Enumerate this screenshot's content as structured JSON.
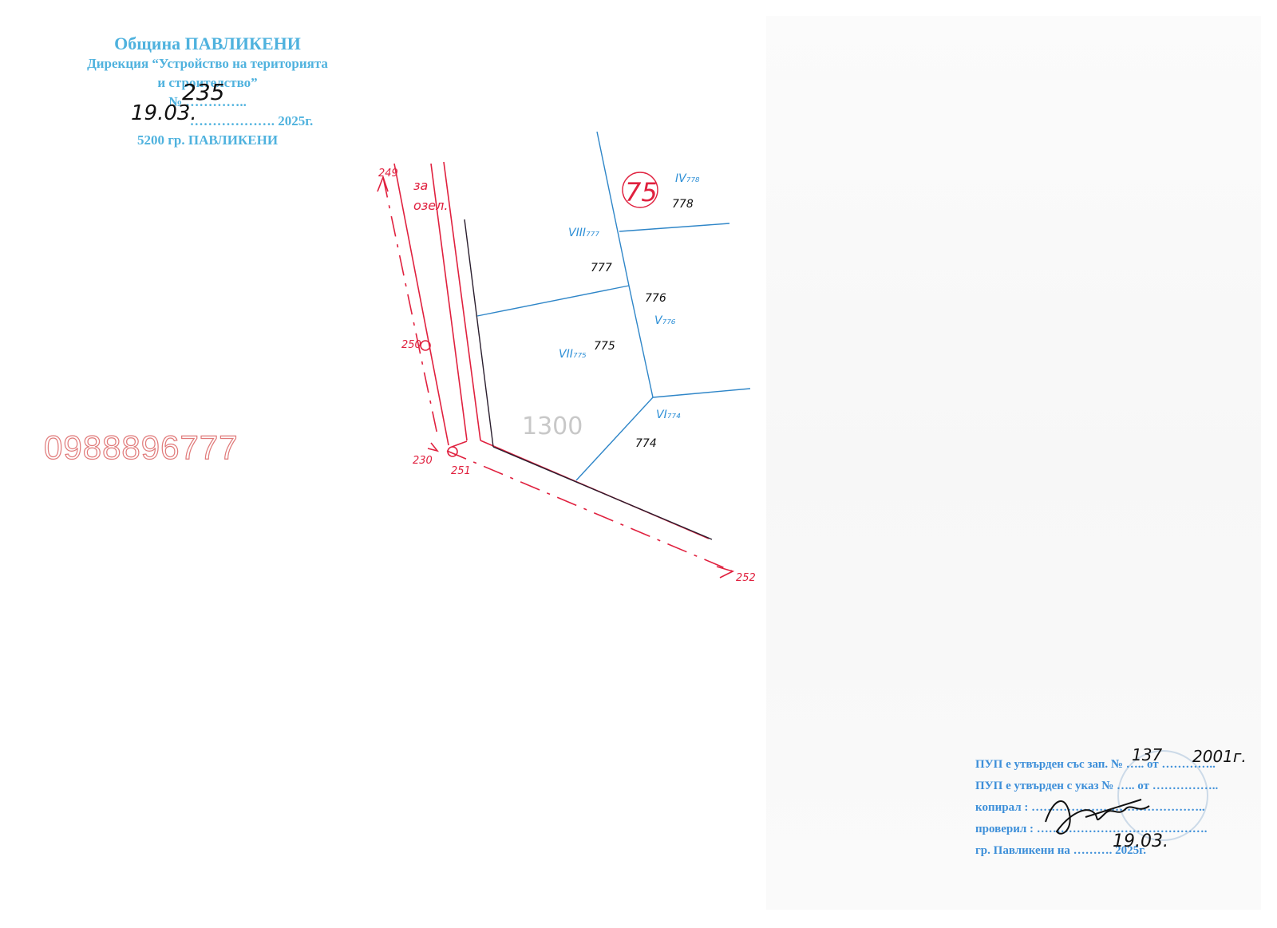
{
  "stamp_top": {
    "line1": "Община ПАВЛИКЕНИ",
    "line2": "Дирекция “Устройство на територията",
    "line3": "и строителство”",
    "number_prefix": "№ ",
    "number_dots": "…………..",
    "number_value": "235",
    "date_dots": "………………. 2025г.",
    "date_value": "19.03.",
    "city": "5200 гр. ПАВЛИКЕНИ"
  },
  "phone": "0988896777",
  "map": {
    "points": {
      "p249": "249",
      "p250": "250",
      "p230": "230",
      "p251": "251",
      "p252": "252"
    },
    "street": {
      "line1": "за",
      "line2": "озел."
    },
    "block": "75",
    "area": "1300",
    "parcels": {
      "roman_778": "IV₇₇₈",
      "num_778": "778",
      "roman_777": "VIII₇₇₇",
      "num_777": "777",
      "num_776": "776",
      "roman_776": "V₇₇₆",
      "roman_775": "VII₇₇₅",
      "num_775": "775",
      "roman_774": "VI₇₇₄",
      "num_774": "774"
    }
  },
  "stamp_bottom": {
    "line1": "ПУП е утвърден със зап. № ….. от …………..",
    "line1_hand_no": "137",
    "line1_hand_date": "2001г.",
    "line2": "ПУП е утвърден с указ № ….. от ……………..",
    "line3": "копирал : ……………………………………..",
    "line4": "проверил : …………………………………….",
    "line5": "гр. Павликени   на ………. 2025г.",
    "line5_hand_date": "19.03."
  },
  "colors": {
    "stamp_blue": "#4fb2de",
    "red_lines": "#e0213f",
    "blue_lines": "#2f86c8",
    "dark_lines": "#2a1e2e",
    "parcel_blue_text": "#2d8fd6"
  }
}
